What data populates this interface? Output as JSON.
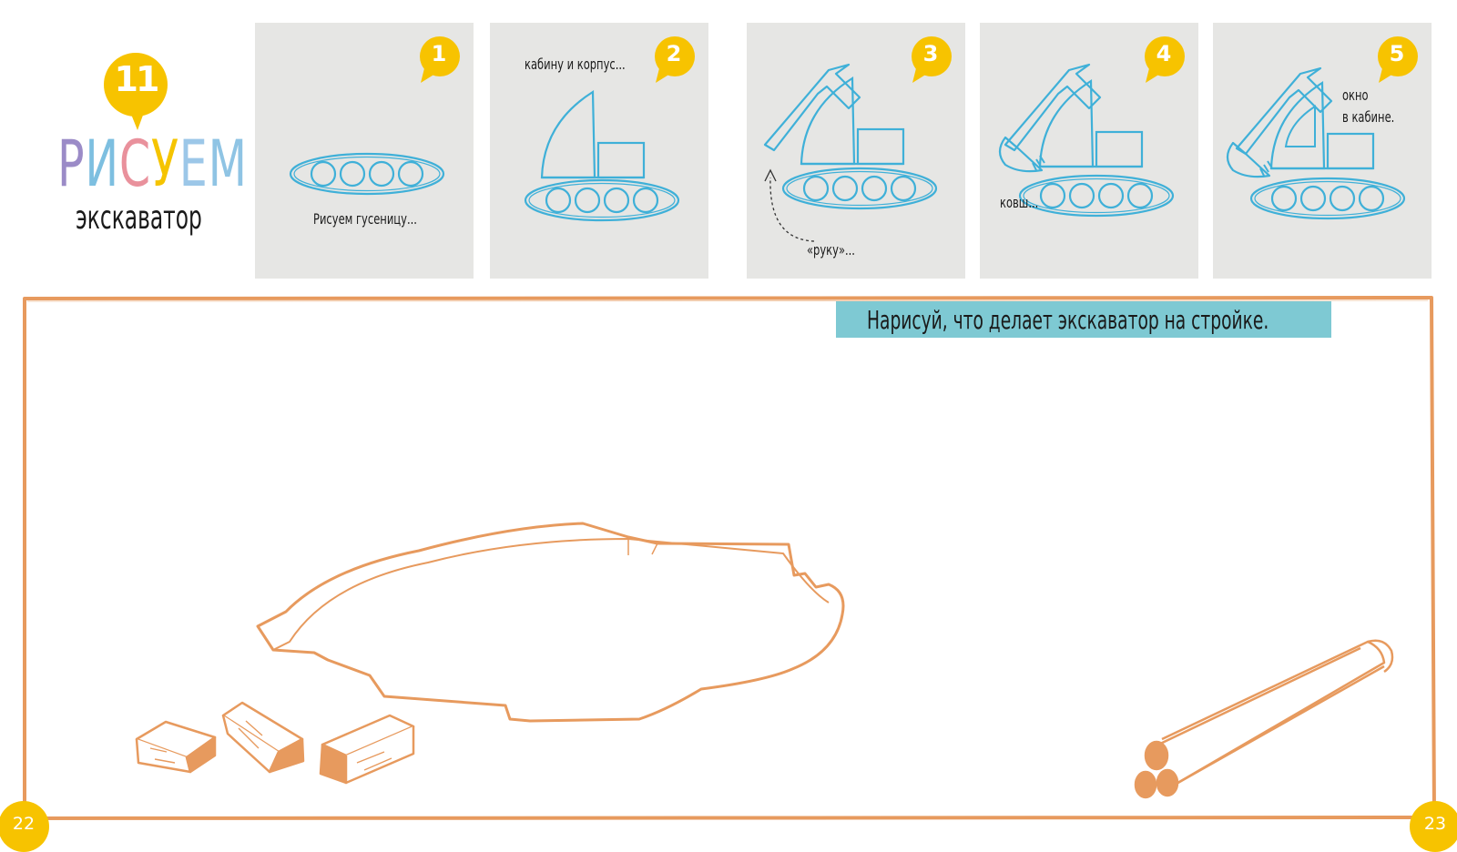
{
  "lesson": {
    "number": "11",
    "title_letters": [
      "Р",
      "И",
      "С",
      "У",
      "Е",
      "М"
    ],
    "title_colors": [
      "#9b8bc7",
      "#7dbfe0",
      "#e9919c",
      "#f5c400",
      "#9cc7e8",
      "#8fc4e4"
    ],
    "subtitle": "экскаватор"
  },
  "steps": [
    {
      "number": "1",
      "caption": "Рисуем гусеницу..."
    },
    {
      "number": "2",
      "caption": "кабину и корпус..."
    },
    {
      "number": "3",
      "caption": "«руку»..."
    },
    {
      "number": "4",
      "caption": "ковш..."
    },
    {
      "number": "5",
      "caption_line1": "окно",
      "caption_line2": "в кабине."
    }
  ],
  "activity": {
    "instruction": "Нарисуй, что делает экскаватор на стройке."
  },
  "pages": {
    "left": "22",
    "right": "23"
  },
  "colors": {
    "accent_yellow": "#f7c300",
    "sketch_blue": "#3fb0d8",
    "frame_orange": "#e79a5e",
    "banner_teal": "#7ec9d3",
    "panel_gray": "#e6e6e4"
  }
}
